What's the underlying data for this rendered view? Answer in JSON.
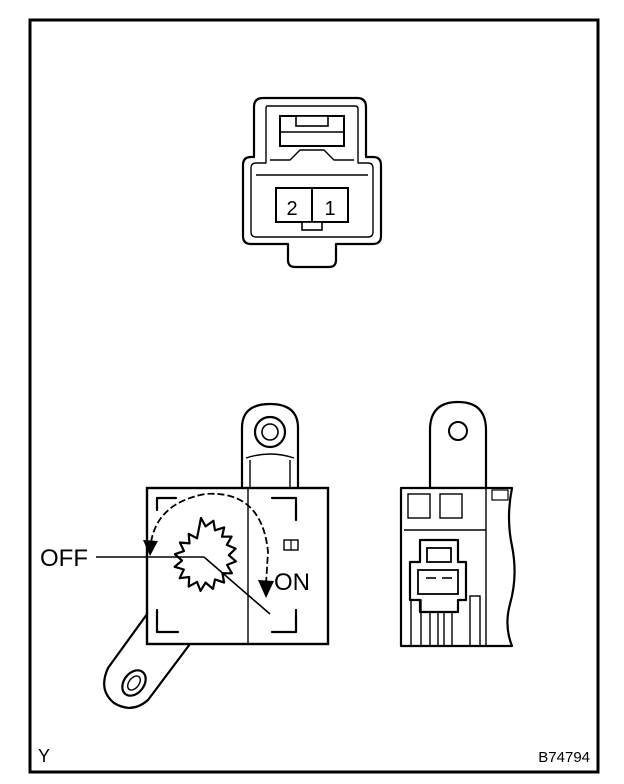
{
  "connector": {
    "pin_labels": [
      "2",
      "1"
    ]
  },
  "switch_front": {
    "off_label": "OFF",
    "on_label": "ON"
  },
  "corner": {
    "view_letter": "Y",
    "figure_code": "B74794"
  }
}
